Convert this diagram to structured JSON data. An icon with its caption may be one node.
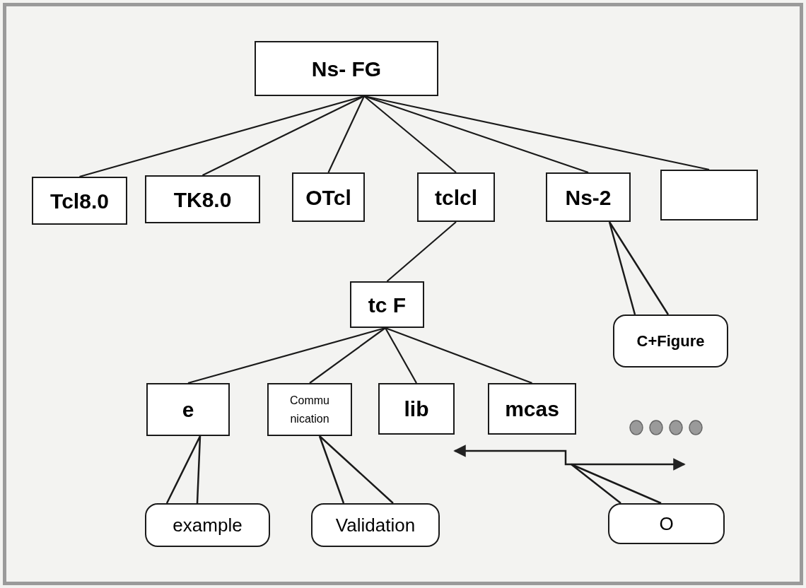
{
  "diagram": {
    "nodes": [
      {
        "text": [
          "Ns- FG"
        ]
      },
      {
        "text": [
          "Tcl8.0"
        ]
      },
      {
        "text": [
          "TK8.0"
        ]
      },
      {
        "text": [
          "OTcl"
        ]
      },
      {
        "text": [
          "tclcl"
        ]
      },
      {
        "text": [
          "Ns-2"
        ]
      },
      {
        "text": [],
        "shape": "box"
      },
      {
        "text": [
          "tc F"
        ]
      },
      {
        "text": [
          "e"
        ]
      },
      {
        "text": [
          "Commu nication"
        ]
      },
      {
        "text": [
          "lib"
        ]
      },
      {
        "text": [
          "mcas"
        ]
      },
      {
        "text": [
          "C+Figure"
        ]
      },
      {
        "text": [
          "example"
        ]
      },
      {
        "text": [
          "Validation"
        ]
      },
      {
        "text": [
          "O"
        ]
      }
    ],
    "edges": [
      {
        "from": 0,
        "to": 1,
        "arrow": "none"
      },
      {
        "from": 0,
        "to": 2,
        "arrow": "none"
      },
      {
        "from": 0,
        "to": 3,
        "arrow": "none"
      },
      {
        "from": 0,
        "to": 4,
        "arrow": "none"
      },
      {
        "from": 0,
        "to": 5,
        "arrow": "none"
      },
      {
        "from": 0,
        "to": 6,
        "arrow": "none"
      },
      {
        "from": 4,
        "to": 7,
        "arrow": "none"
      },
      {
        "from": 7,
        "to": 8,
        "arrow": "none"
      },
      {
        "from": 7,
        "to": 9,
        "arrow": "none"
      },
      {
        "from": 7,
        "to": 10,
        "arrow": "none"
      },
      {
        "from": 7,
        "to": 11,
        "arrow": "none"
      },
      {
        "from": 12,
        "to": 5,
        "arrow": "none"
      },
      {
        "from": 13,
        "to": 8,
        "arrow": "none"
      },
      {
        "from": 14,
        "to": 9,
        "arrow": "none"
      },
      {
        "from": 15,
        "to": null,
        "arrow": "none"
      }
    ]
  }
}
